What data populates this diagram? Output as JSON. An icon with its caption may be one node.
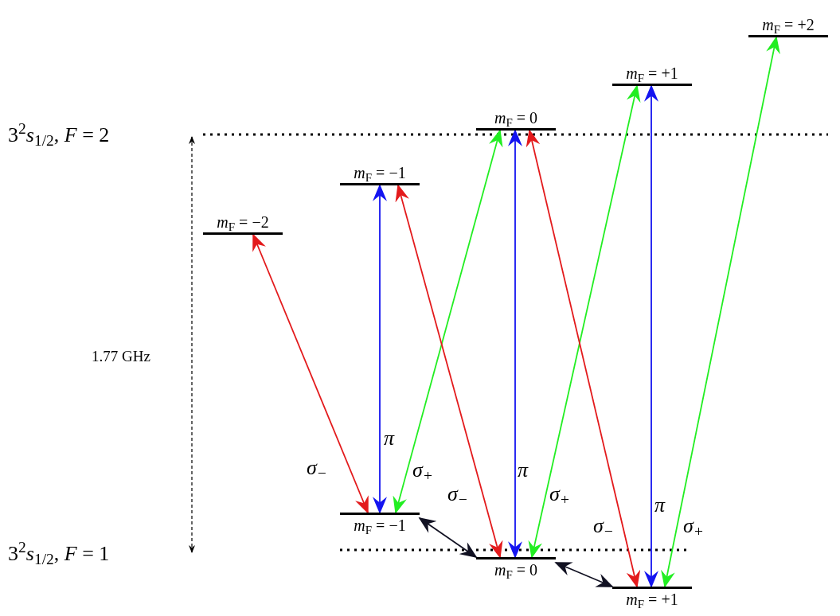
{
  "diagram": {
    "nodes": [
      {
        "text": [
          "*m*$_{F}$ = −2"
        ]
      },
      {
        "text": [
          "*m*$_{F}$ = −1"
        ]
      },
      {
        "text": [
          "*m*$_{F}$ = 0"
        ]
      },
      {
        "text": [
          "*m*$_{F}$ = +1"
        ]
      },
      {
        "text": [
          "*m*$_{F}$ = +2"
        ]
      },
      {
        "text": [
          "*m*$_{F}$ = −1"
        ]
      },
      {
        "text": [
          "*m*$_{F}$ = 0"
        ]
      },
      {
        "text": [
          "*m*$_{F}$ = +1"
        ]
      }
    ],
    "edges": [
      {
        "from": 5,
        "to": 0,
        "arrow": "both",
        "label": "σ$_{−}$",
        "color": "#e31a1c"
      },
      {
        "from": 5,
        "to": 1,
        "arrow": "both",
        "label": "π",
        "color": "#1414f0"
      },
      {
        "from": 5,
        "to": 2,
        "arrow": "both",
        "label": "σ$_{+}$",
        "color": "#22ee22"
      },
      {
        "from": 6,
        "to": 1,
        "arrow": "both",
        "label": "σ$_{−}$",
        "color": "#e31a1c"
      },
      {
        "from": 6,
        "to": 2,
        "arrow": "both",
        "label": "π",
        "color": "#1414f0"
      },
      {
        "from": 6,
        "to": 3,
        "arrow": "both",
        "label": "σ$_{+}$",
        "color": "#22ee22"
      },
      {
        "from": 7,
        "to": 2,
        "arrow": "both",
        "label": "σ$_{−}$",
        "color": "#e31a1c"
      },
      {
        "from": 7,
        "to": 3,
        "arrow": "both",
        "label": "π",
        "color": "#1414f0"
      },
      {
        "from": 7,
        "to": 4,
        "arrow": "both",
        "label": "σ$_{+}$",
        "color": "#22ee22"
      },
      {
        "from": 5,
        "to": 6,
        "arrow": "both",
        "color": "#111122"
      },
      {
        "from": 6,
        "to": 7,
        "arrow": "both",
        "color": "#111122"
      }
    ],
    "labels": [
      "3$^{2}$*s*$_{1/2}$, *F* = 2",
      "1.77 GHz",
      "3$^{2}$*s*$_{1/2}$, *F* = 1"
    ]
  }
}
